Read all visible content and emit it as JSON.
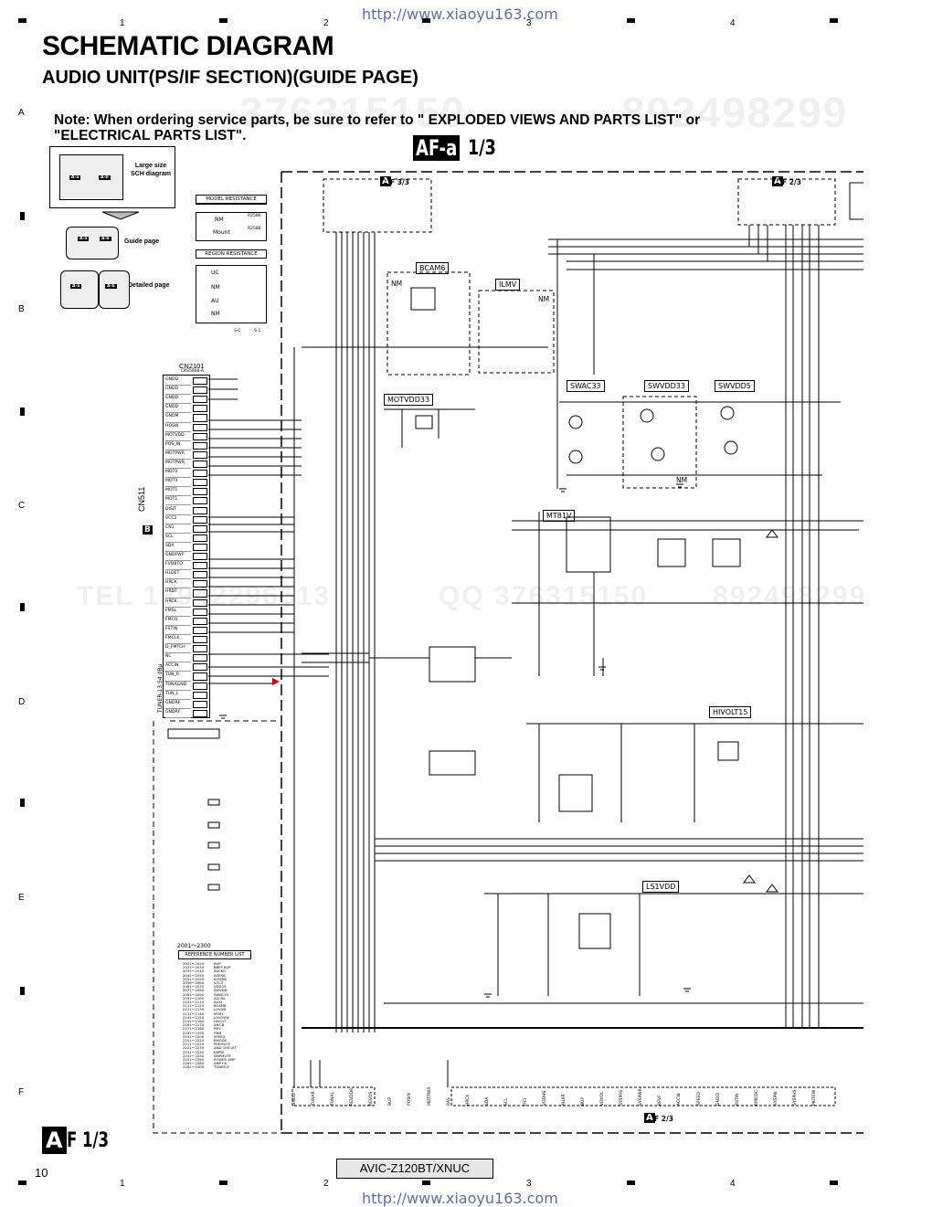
{
  "watermark_url": "http://www.xiaoyu163.com",
  "title": "SCHEMATIC DIAGRAM",
  "subtitle": "AUDIO UNIT(PS/IF SECTION)(GUIDE PAGE)",
  "note_line1": "Note: When ordering service parts, be sure to refer to \" EXPLODED VIEWS AND PARTS LIST\" or",
  "note_line2": "\"ELECTRICAL PARTS LIST\".",
  "columns": [
    "1",
    "2",
    "3",
    "4"
  ],
  "rows": [
    "A",
    "B",
    "C",
    "D",
    "E",
    "F"
  ],
  "sheet_main": {
    "letter": "AF-a",
    "fraction": "1/3"
  },
  "sheet_corner": {
    "letter": "A",
    "suffix": "F 1/3"
  },
  "connectors": {
    "top_left": {
      "letter": "A",
      "suffix": "F 3/3"
    },
    "top_right": {
      "letter": "A",
      "suffix": "F 2/3"
    },
    "bottom_right": {
      "letter": "A",
      "suffix": "F 2/3"
    }
  },
  "guide": {
    "large_size": "Large size SCH diagram",
    "guide_page": "Guide page",
    "detailed_page": "Detailed page",
    "tile_a": "A-a",
    "tile_b": "A-b"
  },
  "model_resistance": {
    "header": "MODEL RESISTANCE",
    "rows": [
      "NM",
      "Mount"
    ],
    "parts": [
      "R2586",
      "R2588"
    ]
  },
  "region_resistance": {
    "header": "REGION RESISTANCE",
    "rows": [
      "UC",
      "NM",
      "AU",
      "NM"
    ],
    "foot": [
      "S-C",
      "S-1"
    ]
  },
  "cn2101": {
    "name": "CN2101",
    "part": "CKS5948-A",
    "pins": [
      "GNDD",
      "GNDD",
      "GNDD",
      "GNDD",
      "GNDM",
      "HOSW",
      "MOTVDD",
      "POS_IN",
      "MOTPWR",
      "MOTPWR",
      "MOT0",
      "MOT0",
      "MOT1",
      "MOT1",
      "DISIT",
      "VCC2",
      "CN1",
      "SCL",
      "SDA",
      "GNDFWF",
      "FVDBTO",
      "HLDET",
      "HRCK",
      "HRDT",
      "HRCK",
      "FMSL",
      "FMCO",
      "FSTIN",
      "FMCLK",
      "D_FMTCH",
      "NC",
      "ACCIN",
      "TUN_R",
      "TUNAGND",
      "TUN_L",
      "GNDRF",
      "GNDRF"
    ]
  },
  "side_labels": {
    "cn511": "CN511",
    "tuner": "TUNER-13.54 dBμ",
    "b_tag": "B"
  },
  "blocks": {
    "bcam6": "BCAM6",
    "ilmv": "ILMV",
    "nm": "NM",
    "motvdd33": "MOTVDD33",
    "swac33": "SWAC33",
    "swvdd33": "SWVDD33",
    "swvdd5": "SWVDD5",
    "mt81v": "MT81V",
    "hivolt15": "HIVOLT15",
    "ls1vdd": "LS1VDD"
  },
  "reference_list": {
    "range": "2001～2300",
    "header": "REFERENCE NUMBER LIST",
    "items": [
      [
        "2001～2020",
        "BUP"
      ],
      [
        "2021～2030",
        "BBFP BUP"
      ],
      [
        "2031～2040",
        "BACKO"
      ],
      [
        "2041～2050",
        "ASENS"
      ],
      [
        "2051～2055",
        "ILMSNS"
      ],
      [
        "2056～2060",
        "VCC5"
      ],
      [
        "2061～2070",
        "VDD33"
      ],
      [
        "2071～2080",
        "SWVDD"
      ],
      [
        "2081～2090",
        "SWAC33"
      ],
      [
        "2091～2100",
        "ACCIN"
      ],
      [
        "2101～2110",
        "AUXI"
      ],
      [
        "2111～2120",
        "BCAM6"
      ],
      [
        "2121～2130",
        "LOVDD"
      ],
      [
        "2131～2140",
        "MT81"
      ],
      [
        "2141～2150",
        "LOVOVW"
      ],
      [
        "2151～2160",
        "HIVOLT"
      ],
      [
        "2161～2170",
        "ANT-B"
      ],
      [
        "2171～2180",
        "REV"
      ],
      [
        "2181～2190",
        "FMB"
      ],
      [
        "2191～2200",
        "SPEED"
      ],
      [
        "2201～2210",
        "BMODE"
      ],
      [
        "2211～2220",
        "PREMUTE"
      ],
      [
        "2221～2230",
        "AND CIRCUIT"
      ],
      [
        "2231～2240",
        "EBPW"
      ],
      [
        "2241～2250",
        "AMPMUTE"
      ],
      [
        "2251～2260",
        "POWER AMP"
      ],
      [
        "2261～2280",
        "AMP+B"
      ],
      [
        "2281～2300",
        "TUNER IF"
      ]
    ]
  },
  "bottom_labels": [
    "GNDD",
    "TUNAR",
    "TUNAL",
    "REVDDR",
    "REVDS",
    "BUP",
    "POSIN",
    "MOTPWR",
    "RAS",
    "HRCK",
    "SDA",
    "SCL",
    "IFCI",
    "VDDHS",
    "AUXR",
    "BUP",
    "VDVOL",
    "SYSPRS",
    "SYSPWR",
    "REVF",
    "ACCW",
    "SPEED",
    "GNDD",
    "RSTIN",
    "RMODC",
    "SYSPW",
    "SYSPHS",
    "MUTEW"
  ],
  "page_number": "10",
  "model": "AVIC-Z120BT/XNUC",
  "watermark_numbers": [
    "376315150",
    "892498299"
  ],
  "watermark_tel": [
    "TEL 13942296513",
    "QQ 376315150",
    "892498299"
  ]
}
